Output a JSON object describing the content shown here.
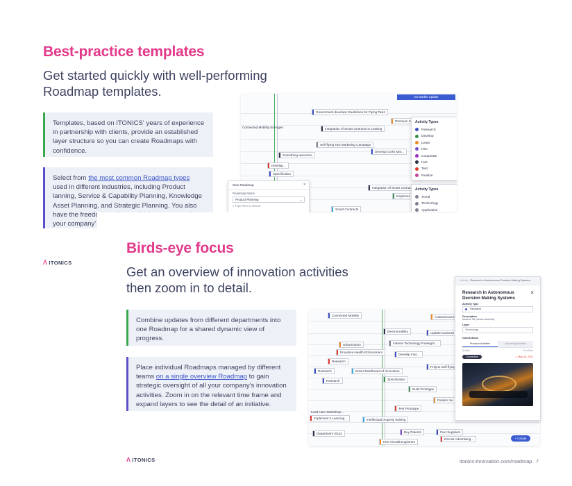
{
  "section1": {
    "title": "Best-practice templates",
    "subtitle_line1": "Get started quickly with well-performing",
    "subtitle_line2": "Roadmap templates.",
    "callout1": "Templates, based on ITONICS' years of experience in partnership with clients, provide an established layer structure so you can create Roadmaps with confidence.",
    "callout2_prefix": "Select from ",
    "callout2_link": "the most common Roadmap types",
    "callout2_suffix": " used in different industries, including Product lanning, Service & Capability Planning, Knowledge Asset Planning, and Strategic Planning. You also have the freedom to change the layers to match your company'"
  },
  "section2": {
    "title": "Birds-eye focus",
    "subtitle_line1": "Get an overview of innovation activities",
    "subtitle_line2": "then zoom in to detail.",
    "callout1": "Combine updates from different departments into one Roadmap for a shared dynamic view of progress.",
    "callout2_prefix": "Place individual Roadmaps managed by different teams ",
    "callout2_link": "on a single overview Roadmap",
    "callout2_suffix": " to gain strategic oversight of all your company's innovation activities. Zoom in on the relevant time frame and expand layers to see the detail of an initiative."
  },
  "brand": {
    "logo_text": "ITONICS"
  },
  "footer": {
    "url": "itonics-innovation.com/roadmap",
    "page": "7"
  },
  "shot1": {
    "button": "Go Market Update",
    "nodes": [
      "Government develops Guidelines for Flying Taxis",
      "Premium Se",
      "Connected Mobility Emerges",
      "Integration of Smart contracts in Leasing",
      "Self-flying Taxi Marketing Campaign",
      "Develop GoTo Mar...",
      "Something awesome",
      "Develop...",
      "Specification",
      "Integration of Smart contrac",
      "Implemen",
      "Smart Contracts"
    ],
    "legend1_title": "Activity Types",
    "legend1": [
      {
        "label": "Research",
        "color": "#3b4fc4"
      },
      {
        "label": "Develop",
        "color": "#3a8d4a"
      },
      {
        "label": "Learn",
        "color": "#f08a24"
      },
      {
        "label": "Hire",
        "color": "#7a4fc9"
      },
      {
        "label": "Cooperate",
        "color": "#9b2cc0"
      },
      {
        "label": "Hub",
        "color": "#2a2e45"
      },
      {
        "label": "Test",
        "color": "#e2392f"
      },
      {
        "label": "Finalize",
        "color": "#c83fa0"
      }
    ],
    "legend2_title": "Activity Types",
    "legend2": [
      {
        "label": "Trend",
        "color": "#7d8190"
      },
      {
        "label": "Technology",
        "color": "#7d8190"
      },
      {
        "label": "Application",
        "color": "#7d8190"
      }
    ],
    "dialog_title": "New Roadmap",
    "dialog_label": "Roadmap Name",
    "dialog_value": "Product Planning",
    "dialog_search": "Type here to search"
  },
  "shot2": {
    "nodes": [
      "Connected Mobility",
      "Autonomous Dr",
      "Electromobility",
      "Update business",
      "Urbanization",
      "Intense Technology Foresight ...",
      "Proactive Health Enforcement",
      "Develop inno...",
      "Research",
      "Project Self-flying T",
      "Research",
      "Driver Dashboard of Innovation",
      "Research",
      "Specification",
      "Build Prototype",
      "Finalize Se",
      "Test Prototype",
      "Lead User Workshop...",
      "Implement it Learning...",
      "Intellectual property training",
      "Department XE34",
      "Buy Patents",
      "Find Suppliers",
      "Hire Aircraft Engineers",
      "Recruit Advertising..."
    ],
    "panel_breadcrumb": "Research in Autonomous Decision Making Systems",
    "panel_title_line1": "Research in Autonomous",
    "panel_title_line2": "Decision Making Systems",
    "panel_activity_type_label": "Activity Type",
    "panel_activity_type_value": "Research",
    "panel_description_label": "Description",
    "panel_description_value": "Medium 3D printed assembly",
    "panel_layer_label": "Layer",
    "panel_layer_value": "Technology",
    "panel_connections_label": "Connections",
    "panel_tab1": "Previous Activities",
    "panel_tab2": "Upcoming Activities",
    "panel_col1": "Activity",
    "panel_col2": "End Date",
    "panel_chip": "Connection",
    "panel_date": "May 18, 2021",
    "create_button": "+ Create"
  }
}
